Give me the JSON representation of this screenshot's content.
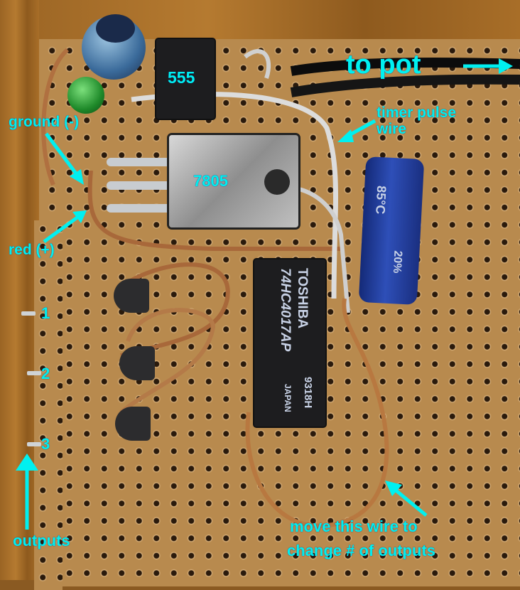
{
  "annotations": {
    "to_pot": "to pot",
    "timer_555": "555",
    "ground": "ground (-)",
    "timer_pulse_line1": "timer pulse",
    "timer_pulse_line2": "wire",
    "regulator": "7805",
    "red_plus": "red (+)",
    "output_1": "1",
    "output_2": "2",
    "output_3": "3",
    "outputs": "outputs",
    "move_wire_line1": "move this wire to",
    "move_wire_line2": "change # of outputs"
  },
  "counter_chip": {
    "brand": "TOSHIBA",
    "part": "74HC4017AP",
    "date_code": "9318H",
    "origin": "JAPAN"
  },
  "capacitor": {
    "rating": "85°C",
    "tolerance": "20%"
  },
  "colors": {
    "annotation": "#00f0f0",
    "board": "#b88a4e",
    "capacitor_blue": "#1e3c9c"
  }
}
